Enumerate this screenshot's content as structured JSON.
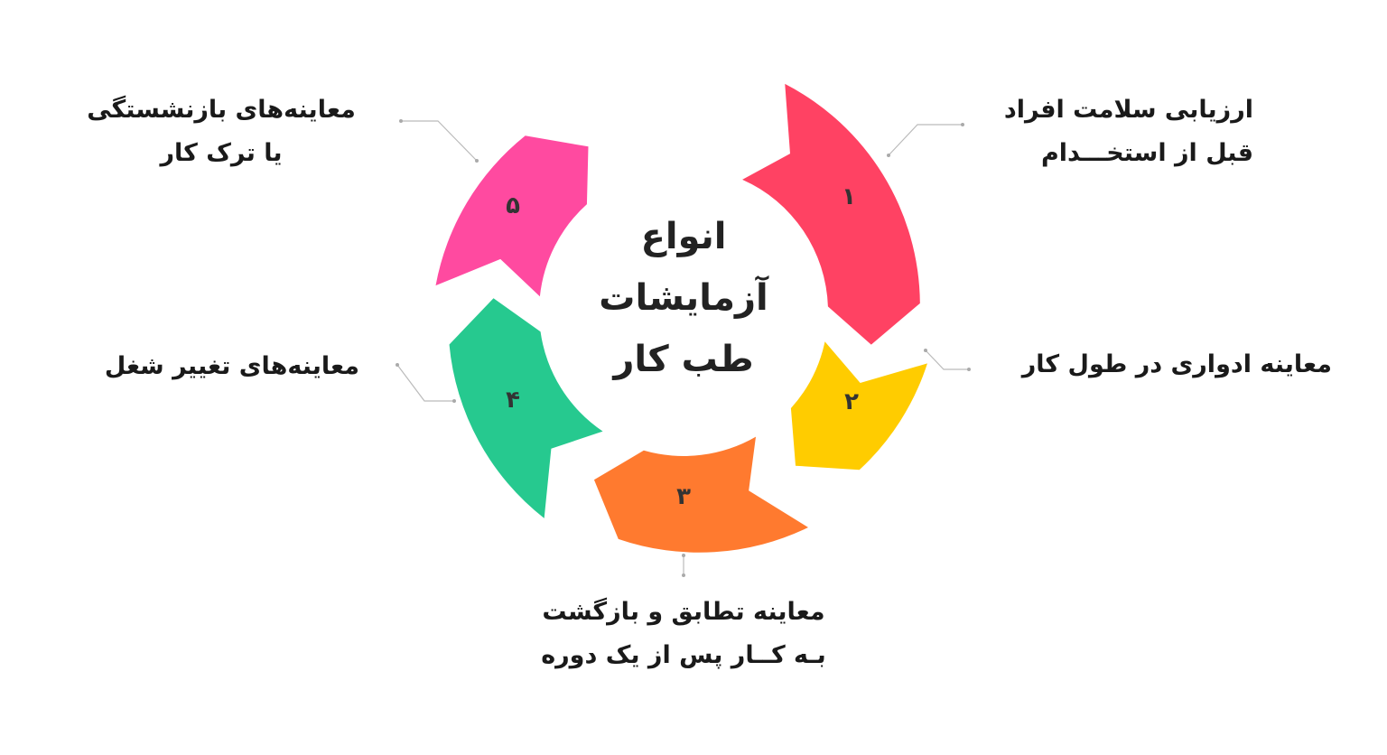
{
  "title": {
    "line1": "انواع",
    "line2": "آزمایشات",
    "line3": "طب کار"
  },
  "steps": [
    {
      "number": "۱",
      "color": "#FF4263",
      "lines": [
        "ارزیابی سلامت افراد",
        "قبل از استخـــدام"
      ]
    },
    {
      "number": "۲",
      "color": "#FFCC00",
      "lines": [
        "معاینه ادواری در طول کار"
      ]
    },
    {
      "number": "۳",
      "color": "#FF7A2F",
      "lines": [
        "معاینه تطابق و بازگشت",
        "بـه کــار پس از یک دوره"
      ]
    },
    {
      "number": "۴",
      "color": "#26C98F",
      "lines": [
        "معاینه‌های تغییر شغل"
      ]
    },
    {
      "number": "۵",
      "color": "#FF4AA0",
      "lines": [
        "معاینه‌های بازنشستگی",
        "یا ترک کار"
      ]
    }
  ]
}
